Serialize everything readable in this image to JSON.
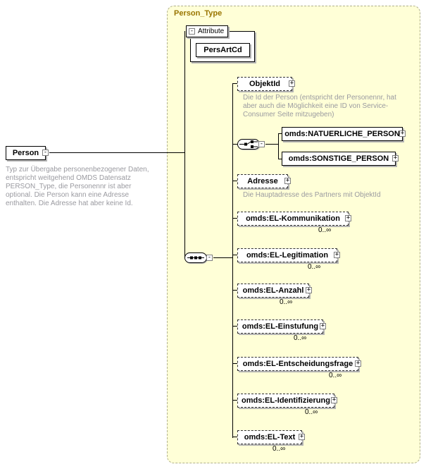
{
  "colors": {
    "frame_bg": "#ffffd7",
    "frame_border": "#b0b08c",
    "frame_label": "#997500",
    "annotation_text": "#9a9aa0",
    "box_shadow": "#b4b4b4",
    "line": "#000000"
  },
  "glyphs": {
    "expand": "+",
    "collapse": "-"
  },
  "root": {
    "label": "Person",
    "annotation": "Typ zur Übergabe personenbezogener Daten, entspricht weitgehend OMDS Datensatz PERSON_Type, die Personennr ist aber optional. Die Person kann eine Adresse enthalten. Die Adresse hat aber keine Id."
  },
  "type": {
    "label": "Person_Type"
  },
  "attributes": {
    "group_label": "Attribute",
    "items": [
      {
        "label": "PersArtCd"
      }
    ]
  },
  "children": [
    {
      "label": "ObjektId",
      "annotation": "Die Id der Person (entspricht der Personennr, hat aber auch die Möglichkeit eine ID von Service-Consumer Seite mitzugeben)"
    },
    {
      "label": "Adresse",
      "annotation": "Die Hauptadresse des Partners mit ObjektId"
    },
    {
      "label": "omds:EL-Kommunikation",
      "occurrence": "0..∞"
    },
    {
      "label": "omds:EL-Legitimation",
      "occurrence": "0..∞"
    },
    {
      "label": "omds:EL-Anzahl",
      "occurrence": "0..∞"
    },
    {
      "label": "omds:EL-Einstufung",
      "occurrence": "0..∞"
    },
    {
      "label": "omds:EL-Entscheidungsfrage",
      "occurrence": "0..∞"
    },
    {
      "label": "omds:EL-Identifizierung",
      "occurrence": "0..∞"
    },
    {
      "label": "omds:EL-Text",
      "occurrence": "0..∞"
    }
  ],
  "choice": {
    "items": [
      {
        "label": "omds:NATUERLICHE_PERSON"
      },
      {
        "label": "omds:SONSTIGE_PERSON"
      }
    ]
  }
}
